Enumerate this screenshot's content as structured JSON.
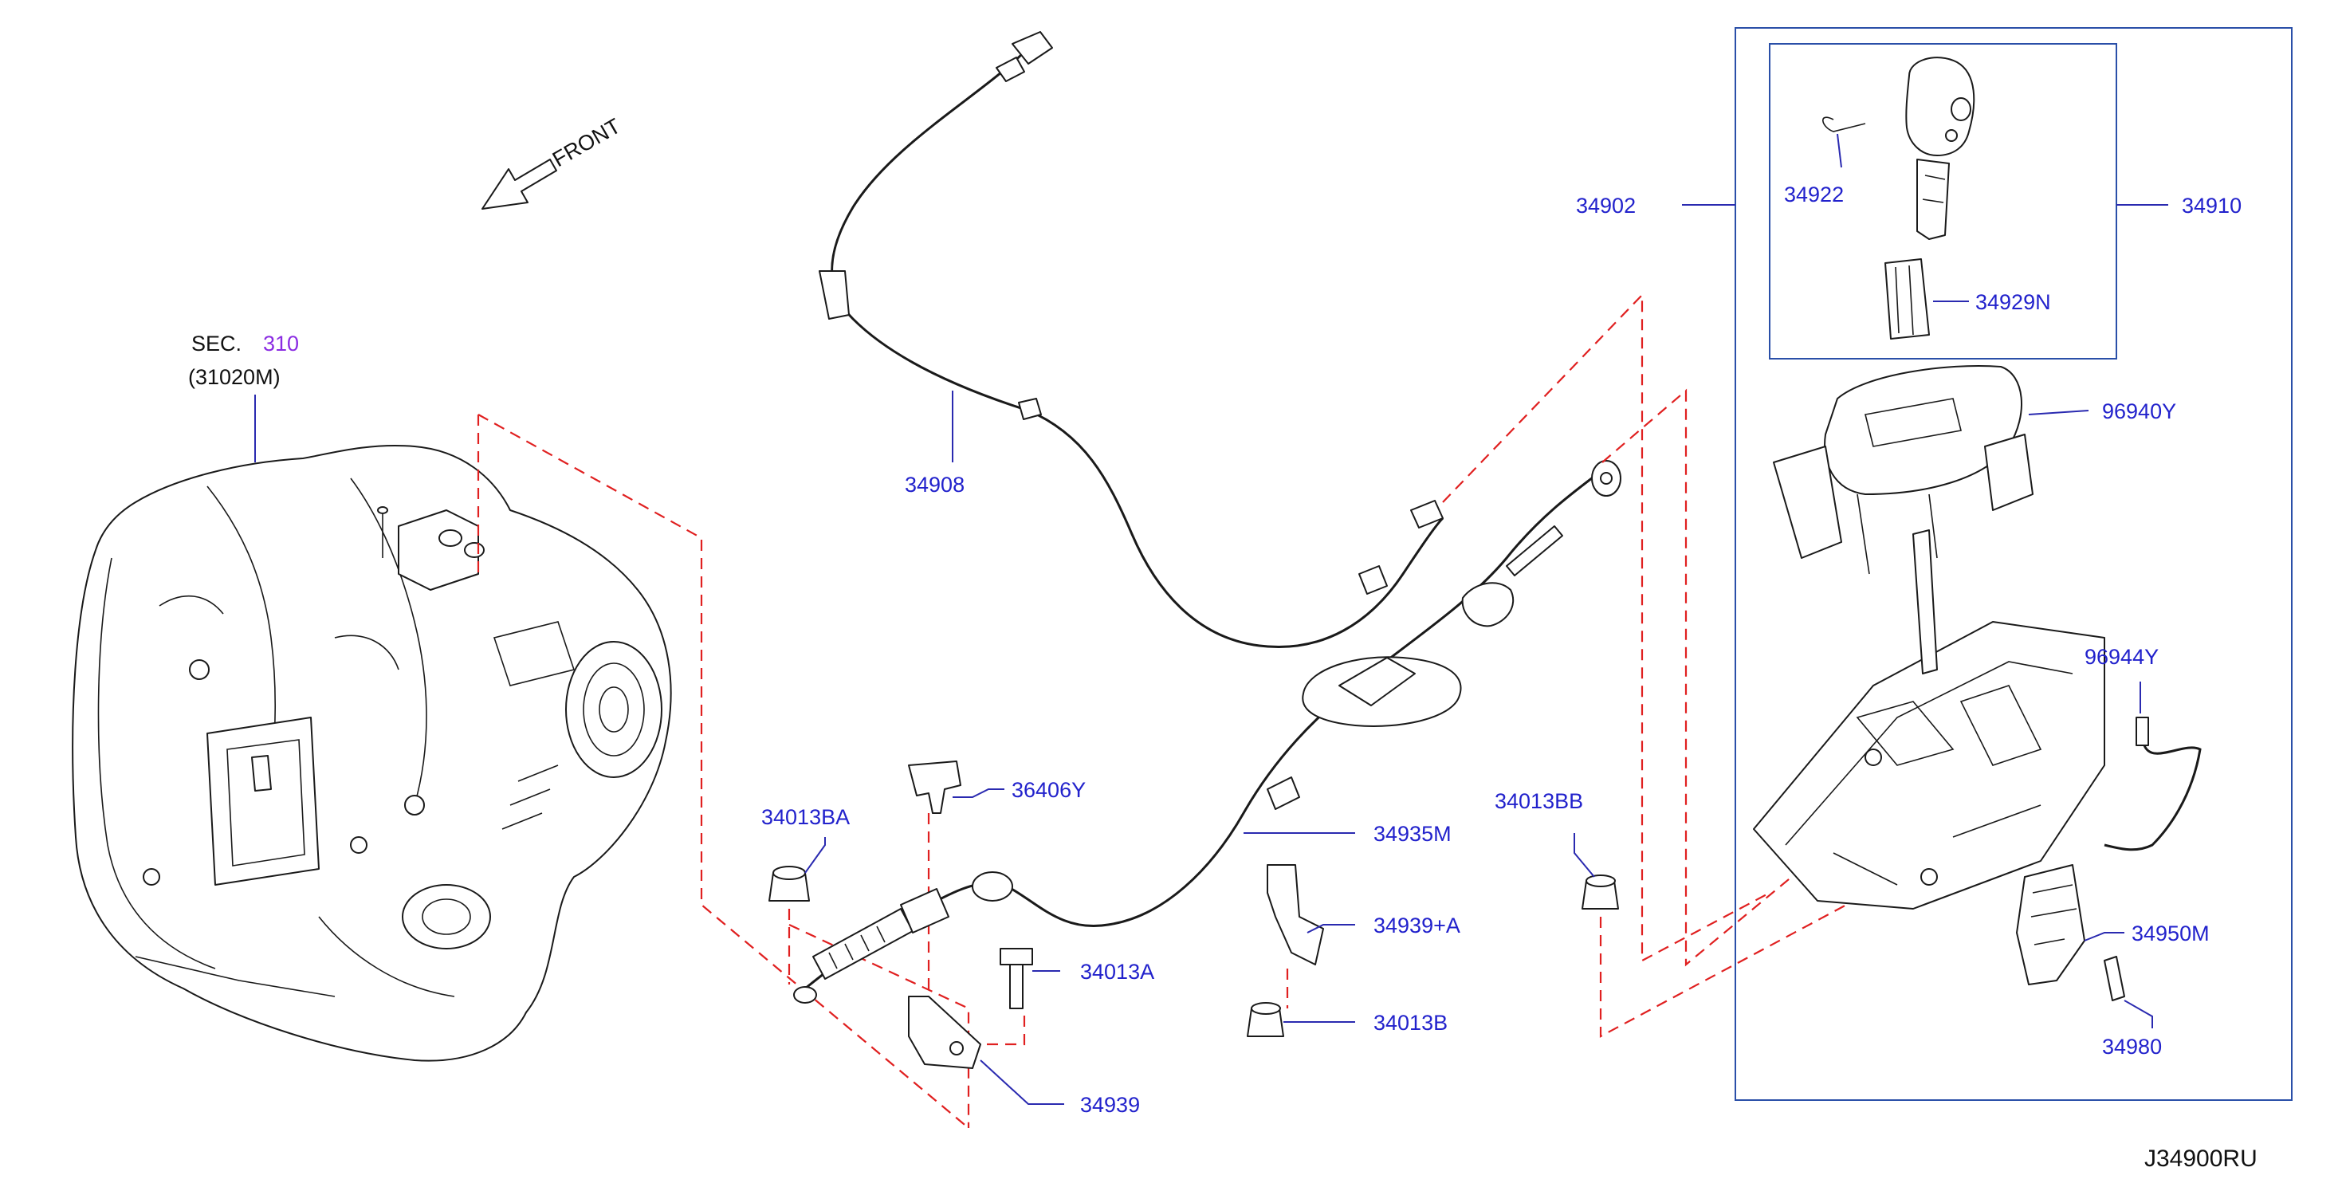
{
  "diagram": {
    "front_label": "FRONT",
    "diagram_code": "J34900RU",
    "section": {
      "prefix": "SEC.",
      "number": "310",
      "assembly": "(31020M)"
    },
    "parts": {
      "p34908": "34908",
      "p34902": "34902",
      "p34910": "34910",
      "p34922": "34922",
      "p34929N": "34929N",
      "p96940Y": "96940Y",
      "p96944Y": "96944Y",
      "p34950M": "34950M",
      "p34980": "34980",
      "p36406Y": "36406Y",
      "p34013BA": "34013BA",
      "p34935M": "34935M",
      "p34013BB": "34013BB",
      "p34939A": "34939+A",
      "p34013A": "34013A",
      "p34013B": "34013B",
      "p34939": "34939"
    }
  }
}
